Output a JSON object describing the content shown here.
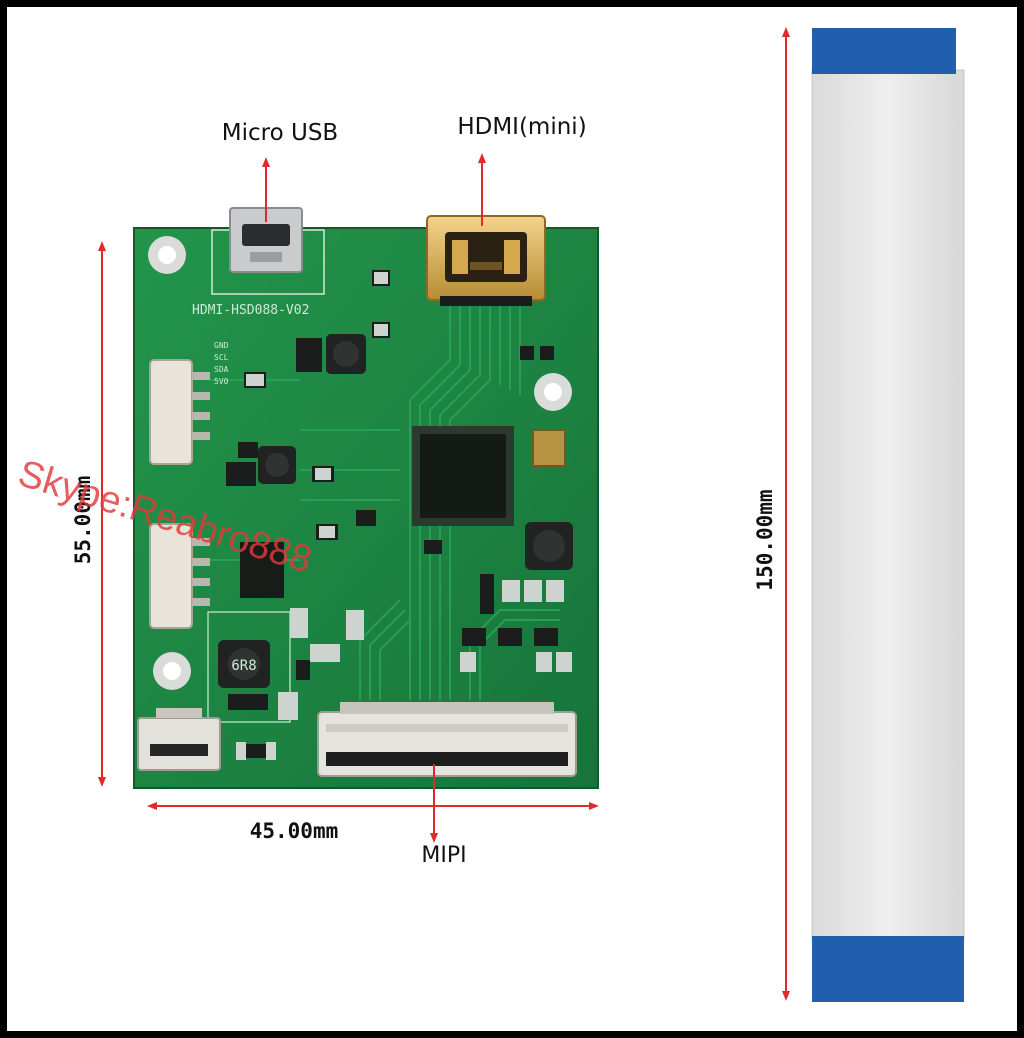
{
  "labels": {
    "micro_usb": "Micro USB",
    "hdmi": "HDMI(mini)",
    "mipi": "MIPI"
  },
  "dimensions": {
    "board_width": "45.00mm",
    "board_height": "55.00mm",
    "cable_length": "150.00mm"
  },
  "board": {
    "silkscreen_model": "HDMI-HSD088-V02",
    "pin_labels": [
      "GND",
      "SCL",
      "SDA",
      "5V0"
    ],
    "inductor_mark": "6R8"
  },
  "watermark": "Skype:Reabro888",
  "colors": {
    "pcb_green": "#1f8a45",
    "arrow_red": "#e02a2a",
    "cable_blue": "#1f5fae",
    "cable_grey": "#e6e7e6"
  }
}
